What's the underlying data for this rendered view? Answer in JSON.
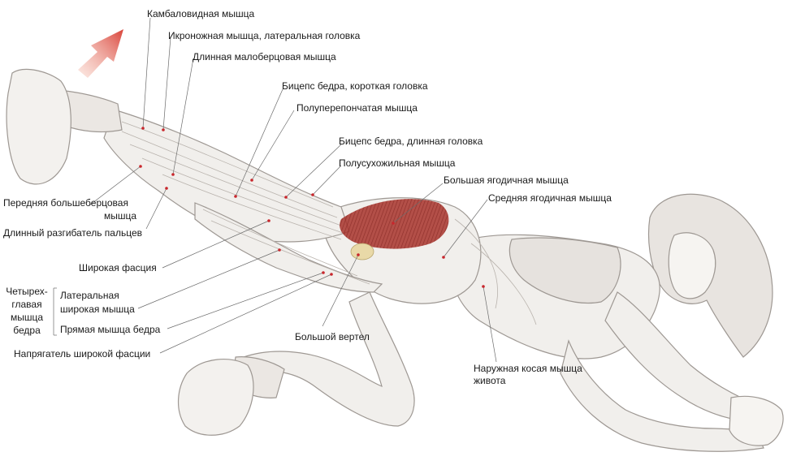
{
  "labels": {
    "soleus": "Камбаловидная  мышца",
    "gastrocnemius_lateral": "Икроножная мышца, латеральная головка",
    "peroneus_longus": "Длинная малоберцовая мышца",
    "biceps_short": "Бицепс бедра, короткая головка",
    "semimembranosus": "Полуперепончатая  мышца",
    "biceps_long": "Бицепс бедра, длинная головка",
    "semitendinosus": "Полусухожильная  мышца",
    "gluteus_maximus": "Большая ягодичная мышца",
    "gluteus_medius": "Средняя ягодичная мышца",
    "tibialis_anterior_1": "Передняя  большеберцовая",
    "tibialis_anterior_2": "мышца",
    "extensor_digitorum": "Длинный разгибатель пальцев",
    "fascia_lata": "Широкая фасция",
    "quad_group_1": "Четырех-",
    "quad_group_2": "главая",
    "quad_group_3": "мышца",
    "quad_group_4": "бедра",
    "vastus_lateralis_1": "Латеральная",
    "vastus_lateralis_2": "широкая мышца",
    "rectus_femoris": "Прямая мышца бедра",
    "tensor_fasciae": "Напрягатель широкой фасции",
    "greater_trochanter": "Большой вертел",
    "external_oblique_1": "Наружная косая мышца",
    "external_oblique_2": "живота"
  },
  "colors": {
    "ink": "#1a1a1a",
    "leader": "#6b6b6b",
    "skin": "#f1efec",
    "muscle_sketch": "#b9b3ad",
    "glute_red": "#a8322c",
    "marker_red": "#c8262c",
    "arrow_red": "#d9433a"
  },
  "icons": {
    "direction_arrow": "arrow-up-right-icon"
  }
}
